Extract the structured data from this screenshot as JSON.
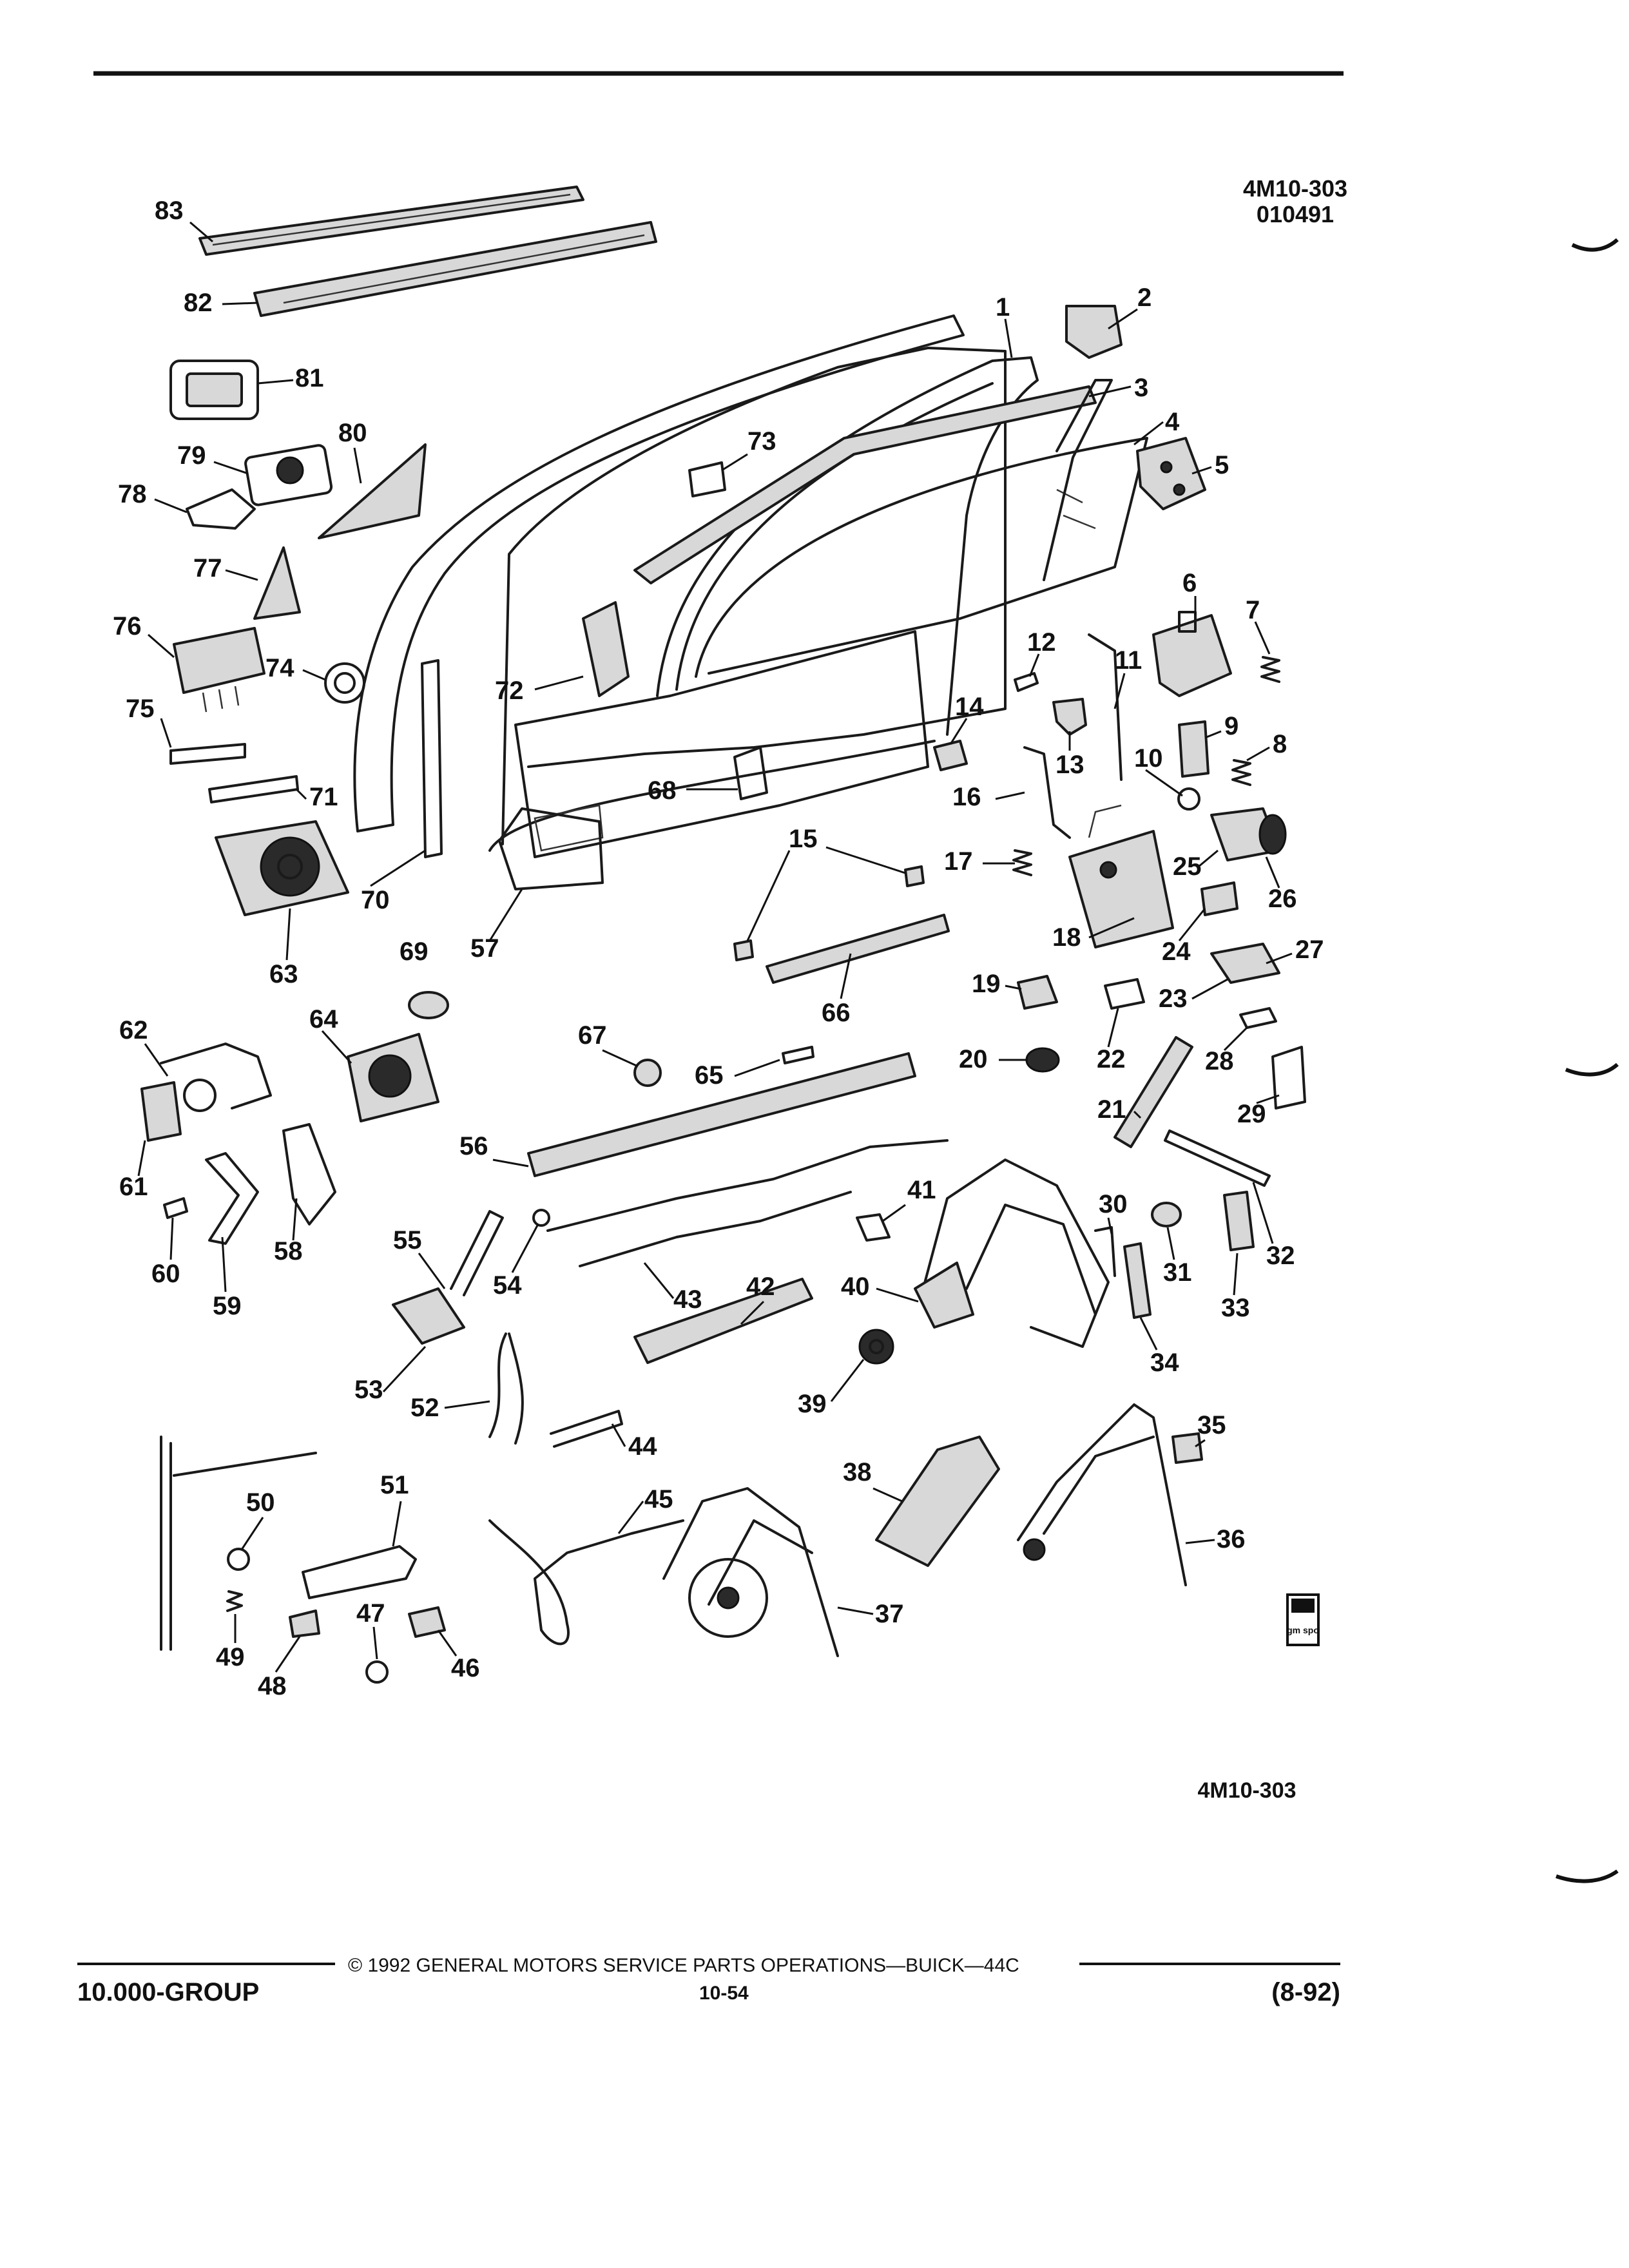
{
  "header": {
    "drawing_number": "4M10-303",
    "date_code": "010491"
  },
  "footer": {
    "drawing_number": "4M10-303",
    "copyright": "© 1992 GENERAL MOTORS SERVICE PARTS OPERATIONS—BUICK—44C",
    "group": "10.000-GROUP",
    "page": "10-54",
    "revision": "(8-92)"
  },
  "logo": {
    "text": "gm spo"
  },
  "callouts": [
    "1",
    "2",
    "3",
    "4",
    "5",
    "6",
    "7",
    "8",
    "9",
    "10",
    "11",
    "12",
    "13",
    "14",
    "15",
    "16",
    "17",
    "18",
    "19",
    "20",
    "21",
    "22",
    "23",
    "24",
    "25",
    "26",
    "27",
    "28",
    "29",
    "30",
    "31",
    "32",
    "33",
    "34",
    "35",
    "36",
    "37",
    "38",
    "39",
    "40",
    "41",
    "42",
    "43",
    "44",
    "45",
    "46",
    "47",
    "48",
    "49",
    "50",
    "51",
    "52",
    "53",
    "54",
    "55",
    "56",
    "57",
    "58",
    "59",
    "60",
    "61",
    "62",
    "63",
    "64",
    "65",
    "66",
    "67",
    "68",
    "69",
    "70",
    "71",
    "72",
    "73",
    "74",
    "75",
    "76",
    "77",
    "78",
    "79",
    "80",
    "81",
    "82",
    "83"
  ]
}
